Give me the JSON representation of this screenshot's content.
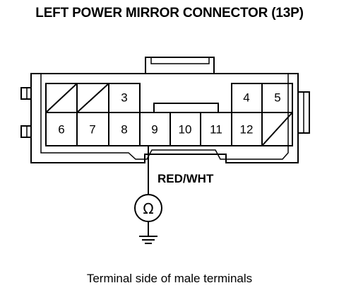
{
  "title": "LEFT POWER MIRROR CONNECTOR (13P)",
  "caption": "Terminal side of male terminals",
  "wire_label": "RED/WHT",
  "meter_symbol": "Ω",
  "terminals": {
    "t3": "3",
    "t4": "4",
    "t5": "5",
    "t6": "6",
    "t7": "7",
    "t8": "8",
    "t9": "9",
    "t10": "10",
    "t11": "11",
    "t12": "12"
  }
}
